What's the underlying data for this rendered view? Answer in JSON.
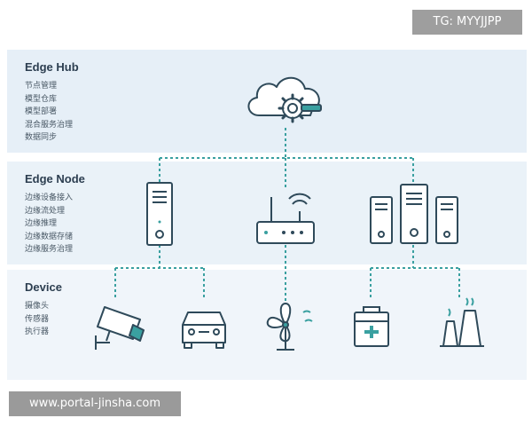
{
  "watermark_top": "TG: MYYJJPP",
  "watermark_bottom": "www.portal-jinsha.com",
  "colors": {
    "stroke": "#2f4a5a",
    "accent": "#3aa0a0",
    "dash": "#3aa0a0",
    "tier_bg": "#e6eff7"
  },
  "tiers": [
    {
      "title": "Edge Hub",
      "items": [
        "节点管理",
        "模型仓库",
        "模型部署",
        "混合服务治理",
        "数据同步"
      ]
    },
    {
      "title": "Edge Node",
      "items": [
        "边缘设备接入",
        "边缘流处理",
        "边缘推理",
        "边缘数据存储",
        "边缘服务治理"
      ]
    },
    {
      "title": "Device",
      "items": [
        "摄像头",
        "传感器",
        "执行器"
      ]
    }
  ],
  "icons": {
    "hub": "cloud-gear-icon",
    "node_left": "server-icon",
    "node_mid": "router-icon",
    "node_right": "server-cluster-icon",
    "dev_1": "camera-icon",
    "dev_2": "car-icon",
    "dev_3": "fan-icon",
    "dev_4": "medical-kit-icon",
    "dev_5": "factory-icon"
  }
}
